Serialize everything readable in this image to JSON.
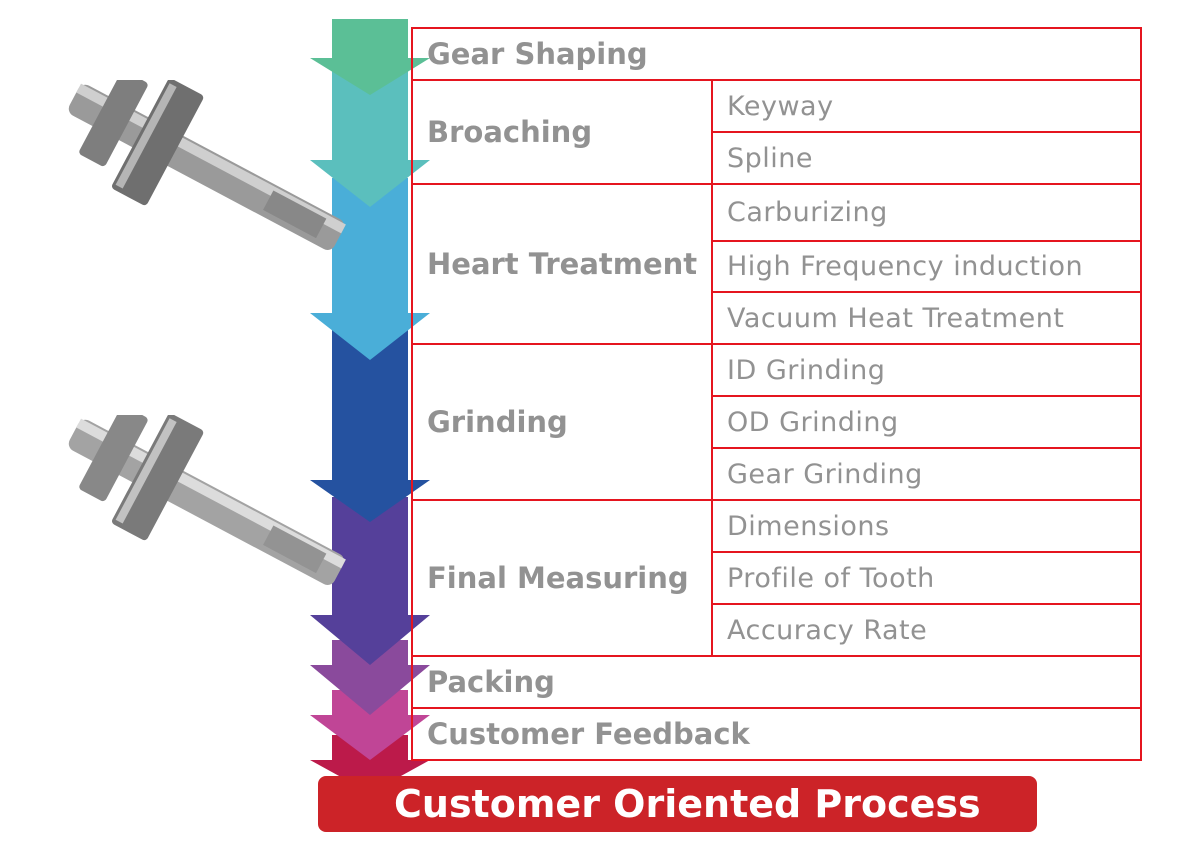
{
  "steps": [
    {
      "label": "Gear Shaping",
      "subs": []
    },
    {
      "label": "Broaching",
      "subs": [
        "Keyway",
        "Spline"
      ]
    },
    {
      "label": "Heart Treatment",
      "subs": [
        "Carburizing",
        "High Frequency induction",
        "Vacuum Heat Treatment"
      ]
    },
    {
      "label": "Grinding",
      "subs": [
        "ID Grinding",
        "OD Grinding",
        "Gear Grinding"
      ]
    },
    {
      "label": "Final Measuring",
      "subs": [
        "Dimensions",
        "Profile of Tooth",
        "Accuracy Rate"
      ]
    },
    {
      "label": "Packing",
      "subs": []
    },
    {
      "label": "Customer Feedback",
      "subs": []
    }
  ],
  "banner": "Customer Oriented Process",
  "colors": {
    "border": "#e5151f",
    "text": "#929292",
    "banner": "#cc2328",
    "arrows": [
      "#5bbf96",
      "#5bbfbd",
      "#4aaed8",
      "#2552a0",
      "#55409a",
      "#8a4a9c",
      "#c04596",
      "#bc1a4a"
    ]
  }
}
